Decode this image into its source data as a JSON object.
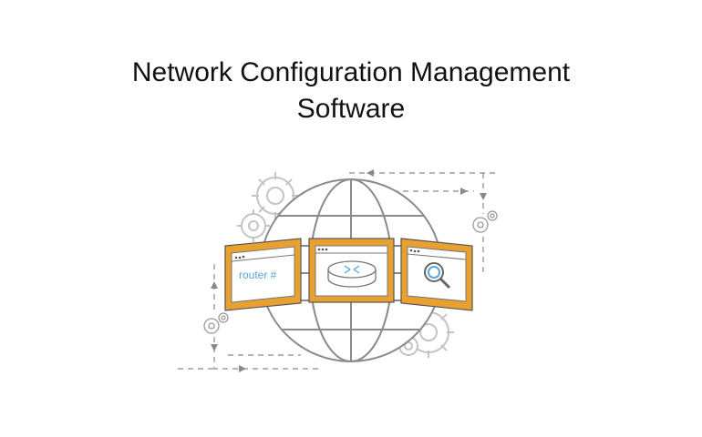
{
  "title": {
    "line1": "Network Configuration Management",
    "line2": "Software"
  },
  "illustration": {
    "terminal_text": "router #",
    "icons": [
      "globe-icon",
      "gear-icon",
      "router-icon",
      "magnifier-icon",
      "terminal-window-icon"
    ]
  },
  "colors": {
    "window_frame": "#e8a030",
    "line": "#7a7a7a",
    "gear": "#bdbdbd",
    "accent_blue": "#5aa6d8",
    "text": "#111111"
  }
}
